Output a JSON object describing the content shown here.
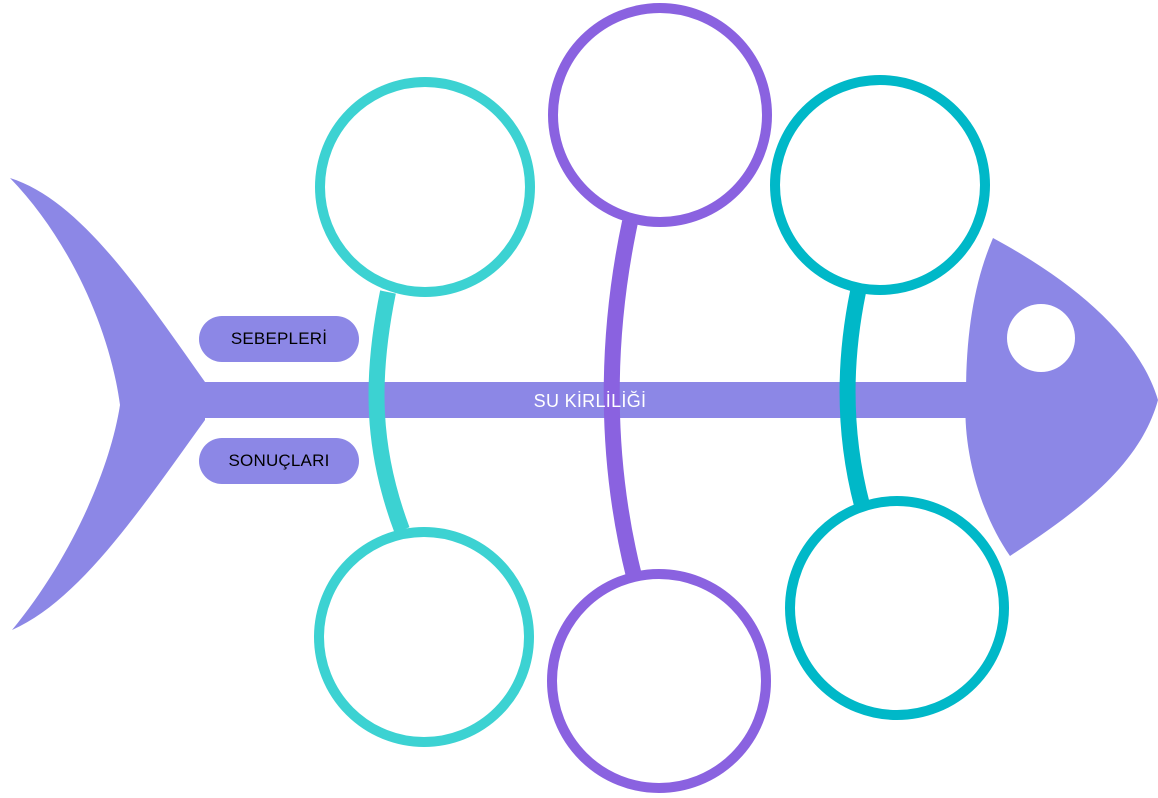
{
  "colors": {
    "fish_body": "#8c87e6",
    "pill_bg": "#8c87e6",
    "turquoise": "#3cd2d2",
    "purple": "#8a62e0",
    "teal": "#00b8c8",
    "background": "#ffffff"
  },
  "diagram": {
    "spine_label": "SU KİRLİLİĞİ",
    "causes_label": "SEBEPLERİ",
    "effects_label": "SONUÇLARI"
  },
  "bones": [
    {
      "name": "bone-left",
      "color": "turquoise",
      "circles": [
        "top",
        "bottom"
      ],
      "circle_text": [
        "",
        ""
      ]
    },
    {
      "name": "bone-middle",
      "color": "purple",
      "circles": [
        "top",
        "bottom"
      ],
      "circle_text": [
        "",
        ""
      ]
    },
    {
      "name": "bone-right",
      "color": "teal",
      "circles": [
        "top",
        "bottom"
      ],
      "circle_text": [
        "",
        ""
      ]
    }
  ]
}
